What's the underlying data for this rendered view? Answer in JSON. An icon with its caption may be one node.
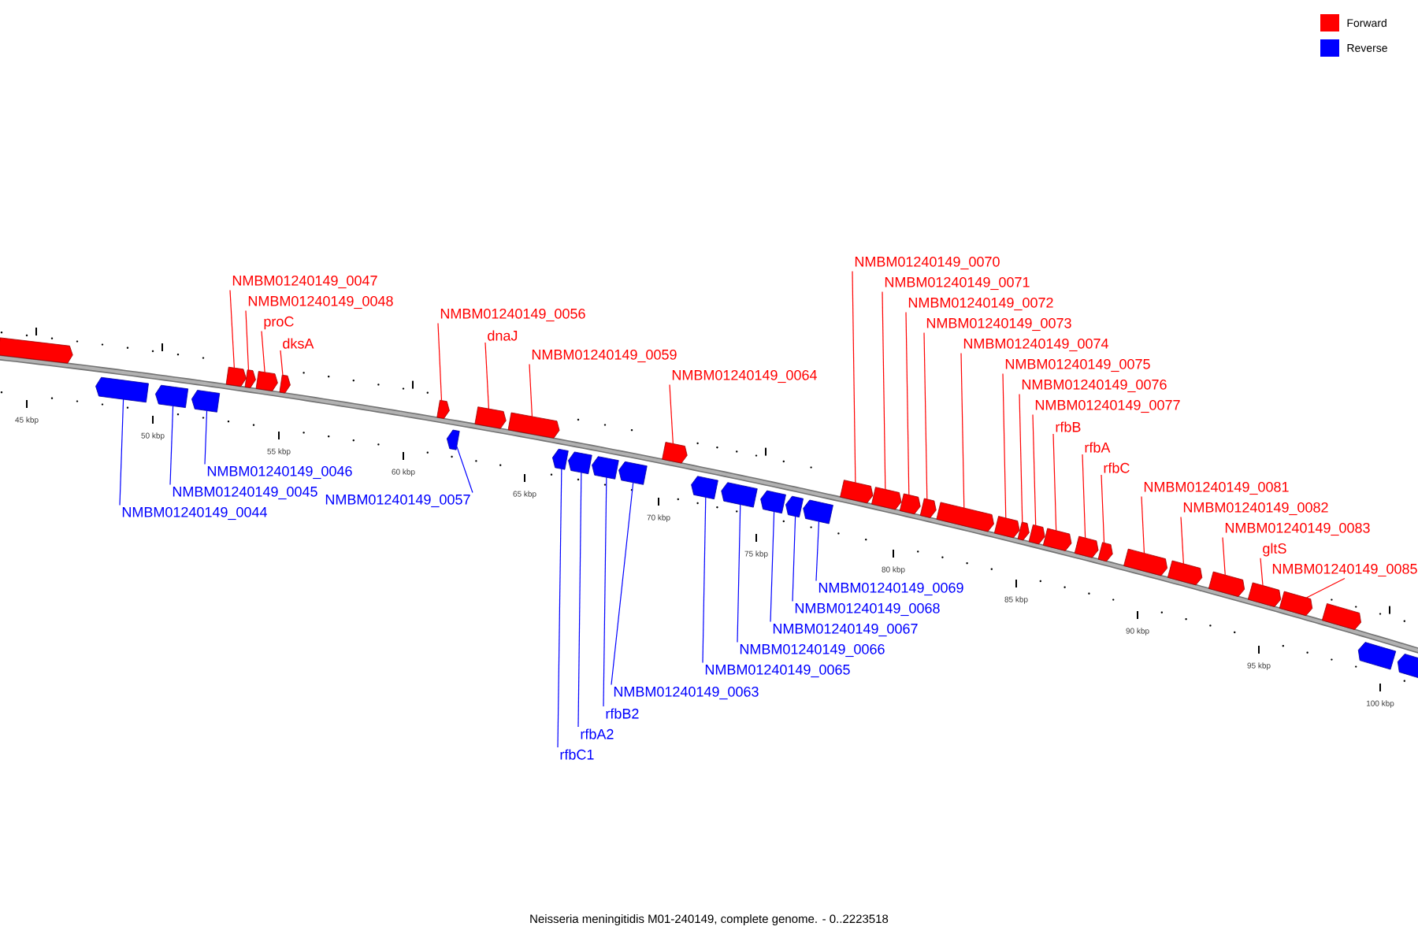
{
  "diagram": {
    "caption": "Neisseria meningitidis M01-240149, complete genome. - 0..2223518",
    "nodes": [
      {
        "text": [
          "NMBM01240149_0044"
        ]
      },
      {
        "text": [
          "NMBM01240149_0045"
        ]
      },
      {
        "text": [
          "NMBM01240149_0046"
        ]
      },
      {
        "text": [
          "NMBM01240149_0047"
        ]
      },
      {
        "text": [
          "NMBM01240149_0048"
        ]
      },
      {
        "text": [
          "proC"
        ]
      },
      {
        "text": [
          "dksA"
        ]
      },
      {
        "text": [
          "NMBM01240149_0056"
        ]
      },
      {
        "text": [
          "NMBM01240149_0057"
        ]
      },
      {
        "text": [
          "dnaJ"
        ]
      },
      {
        "text": [
          "NMBM01240149_0059"
        ]
      },
      {
        "text": [
          "rfbC1"
        ]
      },
      {
        "text": [
          "rfbA2"
        ]
      },
      {
        "text": [
          "rfbB2"
        ]
      },
      {
        "text": [
          "NMBM01240149_0063"
        ]
      },
      {
        "text": [
          "NMBM01240149_0064"
        ]
      },
      {
        "text": [
          "NMBM01240149_0065"
        ]
      },
      {
        "text": [
          "NMBM01240149_0066"
        ]
      },
      {
        "text": [
          "NMBM01240149_0067"
        ]
      },
      {
        "text": [
          "NMBM01240149_0068"
        ]
      },
      {
        "text": [
          "NMBM01240149_0069"
        ]
      },
      {
        "text": [
          "NMBM01240149_0070"
        ]
      },
      {
        "text": [
          "NMBM01240149_0071"
        ]
      },
      {
        "text": [
          "NMBM01240149_0072"
        ]
      },
      {
        "text": [
          "NMBM01240149_0073"
        ]
      },
      {
        "text": [
          "NMBM01240149_0074"
        ]
      },
      {
        "text": [
          "NMBM01240149_0075"
        ]
      },
      {
        "text": [
          "NMBM01240149_0076"
        ]
      },
      {
        "text": [
          "NMBM01240149_0077"
        ]
      },
      {
        "text": [
          "rfbB"
        ]
      },
      {
        "text": [
          "rfbA"
        ]
      },
      {
        "text": [
          "rfbC"
        ]
      },
      {
        "text": [
          "NMBM01240149_0081"
        ]
      },
      {
        "text": [
          "NMBM01240149_0082"
        ]
      },
      {
        "text": [
          "NMBM01240149_0083"
        ]
      },
      {
        "text": [
          "gltS"
        ]
      },
      {
        "text": [
          "NMBM01240149_0085"
        ]
      },
      {
        "text": [],
        "shape": "bar"
      },
      {
        "text": [],
        "shape": "bar"
      },
      {
        "text": [],
        "shape": "bar"
      },
      {
        "text": [],
        "shape": "bar"
      },
      {
        "text": [],
        "shape": "bar"
      },
      {
        "text": [],
        "shape": "bar"
      },
      {
        "text": [],
        "shape": "bar"
      },
      {
        "text": [],
        "shape": "bar"
      },
      {
        "text": [],
        "shape": "bar"
      },
      {
        "text": [],
        "shape": "bar"
      },
      {
        "text": [],
        "shape": "bar"
      },
      {
        "text": [],
        "shape": "bar"
      },
      {
        "text": [],
        "shape": "bar"
      },
      {
        "text": [],
        "shape": "bar"
      },
      {
        "text": [],
        "shape": "bar"
      },
      {
        "text": [],
        "shape": "bar"
      },
      {
        "text": [],
        "shape": "bar"
      },
      {
        "text": [],
        "shape": "bar"
      },
      {
        "text": [],
        "shape": "bar"
      },
      {
        "text": [],
        "shape": "bar"
      },
      {
        "text": [],
        "shape": "bar"
      },
      {
        "text": [],
        "shape": "bar"
      },
      {
        "text": [],
        "shape": "bar"
      },
      {
        "text": [],
        "shape": "bar"
      },
      {
        "text": [],
        "shape": "bar"
      },
      {
        "text": [],
        "shape": "bar"
      },
      {
        "text": [],
        "shape": "bar"
      },
      {
        "text": [],
        "shape": "bar"
      },
      {
        "text": [],
        "shape": "bar"
      },
      {
        "text": [],
        "shape": "bar"
      },
      {
        "text": [],
        "shape": "bar"
      },
      {
        "text": [],
        "shape": "bar"
      },
      {
        "text": [],
        "shape": "bar"
      },
      {
        "text": [],
        "shape": "bar"
      },
      {
        "text": [],
        "shape": "bar"
      },
      {
        "text": [],
        "shape": "bar"
      },
      {
        "text": [],
        "shape": "bar"
      },
      {
        "text": [],
        "shape": "bar"
      },
      {
        "text": [],
        "shape": "bar"
      },
      {
        "text": [],
        "shape": "bar"
      },
      {
        "text": [],
        "shape": "bar"
      }
    ],
    "edges": [
      {
        "from": 0,
        "to": 38,
        "arrow": "none",
        "color": "#0000ff"
      },
      {
        "from": 1,
        "to": 39,
        "arrow": "none",
        "color": "#0000ff"
      },
      {
        "from": 2,
        "to": 40,
        "arrow": "none",
        "color": "#0000ff"
      },
      {
        "from": 3,
        "to": 41,
        "arrow": "none"
      },
      {
        "from": 4,
        "to": 42,
        "arrow": "none"
      },
      {
        "from": 5,
        "to": 43,
        "arrow": "none"
      },
      {
        "from": 6,
        "to": 44,
        "arrow": "none"
      },
      {
        "from": 7,
        "to": 45,
        "arrow": "none"
      },
      {
        "from": 8,
        "to": 46,
        "arrow": "none",
        "color": "#0000ff"
      },
      {
        "from": 9,
        "to": 47,
        "arrow": "none"
      },
      {
        "from": 10,
        "to": 48,
        "arrow": "none"
      },
      {
        "from": 11,
        "to": 49,
        "arrow": "none",
        "color": "#0000ff"
      },
      {
        "from": 12,
        "to": 50,
        "arrow": "none",
        "color": "#0000ff"
      },
      {
        "from": 13,
        "to": 51,
        "arrow": "none",
        "color": "#0000ff"
      },
      {
        "from": 14,
        "to": 52,
        "arrow": "none",
        "color": "#0000ff"
      },
      {
        "from": 15,
        "to": 53,
        "arrow": "none"
      },
      {
        "from": 16,
        "to": 54,
        "arrow": "none",
        "color": "#0000ff"
      },
      {
        "from": 17,
        "to": 55,
        "arrow": "none",
        "color": "#0000ff"
      },
      {
        "from": 18,
        "to": 56,
        "arrow": "none",
        "color": "#0000ff"
      },
      {
        "from": 19,
        "to": 57,
        "arrow": "none",
        "color": "#0000ff"
      },
      {
        "from": 20,
        "to": 58,
        "arrow": "none",
        "color": "#0000ff"
      },
      {
        "from": 21,
        "to": 59,
        "arrow": "none"
      },
      {
        "from": 22,
        "to": 60,
        "arrow": "none"
      },
      {
        "from": 23,
        "to": 61,
        "arrow": "none"
      },
      {
        "from": 24,
        "to": 62,
        "arrow": "none"
      },
      {
        "from": 25,
        "to": 63,
        "arrow": "none"
      },
      {
        "from": 26,
        "to": 64,
        "arrow": "none"
      },
      {
        "from": 27,
        "to": 65,
        "arrow": "none"
      },
      {
        "from": 28,
        "to": 66,
        "arrow": "none"
      },
      {
        "from": 29,
        "to": 67,
        "arrow": "none"
      },
      {
        "from": 30,
        "to": 68,
        "arrow": "none"
      },
      {
        "from": 31,
        "to": 69,
        "arrow": "none"
      },
      {
        "from": 32,
        "to": 70,
        "arrow": "none"
      },
      {
        "from": 33,
        "to": 71,
        "arrow": "none"
      },
      {
        "from": 34,
        "to": 72,
        "arrow": "none"
      },
      {
        "from": 35,
        "to": 73,
        "arrow": "none"
      },
      {
        "from": 36,
        "to": 74,
        "arrow": "none"
      }
    ],
    "labels": [
      "45 kbp",
      "50 kbp",
      "55 kbp",
      "60 kbp",
      "65 kbp",
      "70 kbp",
      "75 kbp",
      "80 kbp",
      "85 kbp",
      "90 kbp",
      "95 kbp",
      "100 kbp"
    ],
    "legend": [
      {
        "text": "Forward",
        "color": "#ff0000"
      },
      {
        "text": "Reverse",
        "color": "#0000ff"
      }
    ]
  }
}
